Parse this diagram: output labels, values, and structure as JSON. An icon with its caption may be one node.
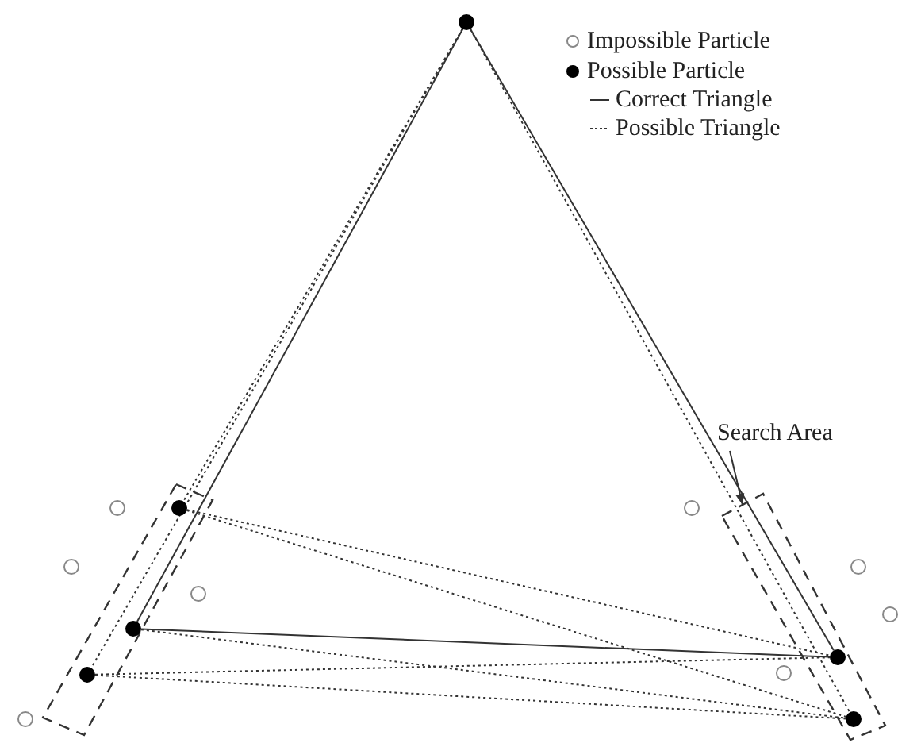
{
  "diagram": {
    "nodes": [
      {
        "text": [],
        "shape": "dot"
      },
      {
        "text": [
          "Search Area"
        ]
      },
      {
        "text": [],
        "shape": "box"
      },
      {
        "text": [],
        "shape": "box"
      },
      {
        "text": [],
        "shape": "circle"
      },
      {
        "text": [],
        "shape": "dot",
        "in": 2
      },
      {
        "text": [],
        "shape": "circle"
      },
      {
        "text": [],
        "shape": "circle"
      },
      {
        "text": [],
        "shape": "circle"
      },
      {
        "text": [],
        "shape": "circle"
      },
      {
        "text": [],
        "shape": "circle"
      },
      {
        "text": [],
        "shape": "dot",
        "in": 2
      },
      {
        "text": [],
        "shape": "dot",
        "in": 3
      },
      {
        "text": [],
        "shape": "circle"
      },
      {
        "text": [],
        "shape": "dot",
        "in": 2
      },
      {
        "text": [],
        "shape": "circle"
      },
      {
        "text": [],
        "shape": "dot",
        "in": 3
      }
    ],
    "edges": [
      {
        "from": 0,
        "to": 11,
        "arrow": "none"
      },
      {
        "from": 11,
        "to": 12,
        "arrow": "none"
      },
      {
        "from": 12,
        "to": 0,
        "arrow": "none"
      },
      {
        "from": 0,
        "to": 5,
        "arrow": "none",
        "style": "dashed"
      },
      {
        "from": 0,
        "to": 14,
        "arrow": "none",
        "style": "dashed"
      },
      {
        "from": 0,
        "to": 16,
        "arrow": "none",
        "style": "dashed"
      },
      {
        "from": 5,
        "to": 12,
        "arrow": "none",
        "style": "dashed"
      },
      {
        "from": 5,
        "to": 16,
        "arrow": "none",
        "style": "dashed"
      },
      {
        "from": 11,
        "to": 16,
        "arrow": "none",
        "style": "dashed"
      },
      {
        "from": 14,
        "to": 12,
        "arrow": "none",
        "style": "dashed"
      },
      {
        "from": 14,
        "to": 16,
        "arrow": "none",
        "style": "dashed"
      },
      {
        "from": 1,
        "to": 3,
        "arrow": "to"
      }
    ],
    "legend": [
      {
        "text": "Impossible Particle"
      },
      {
        "text": "Possible Particle"
      },
      {
        "text": "Correct Triangle"
      },
      {
        "text": "Possible Triangle"
      }
    ]
  }
}
